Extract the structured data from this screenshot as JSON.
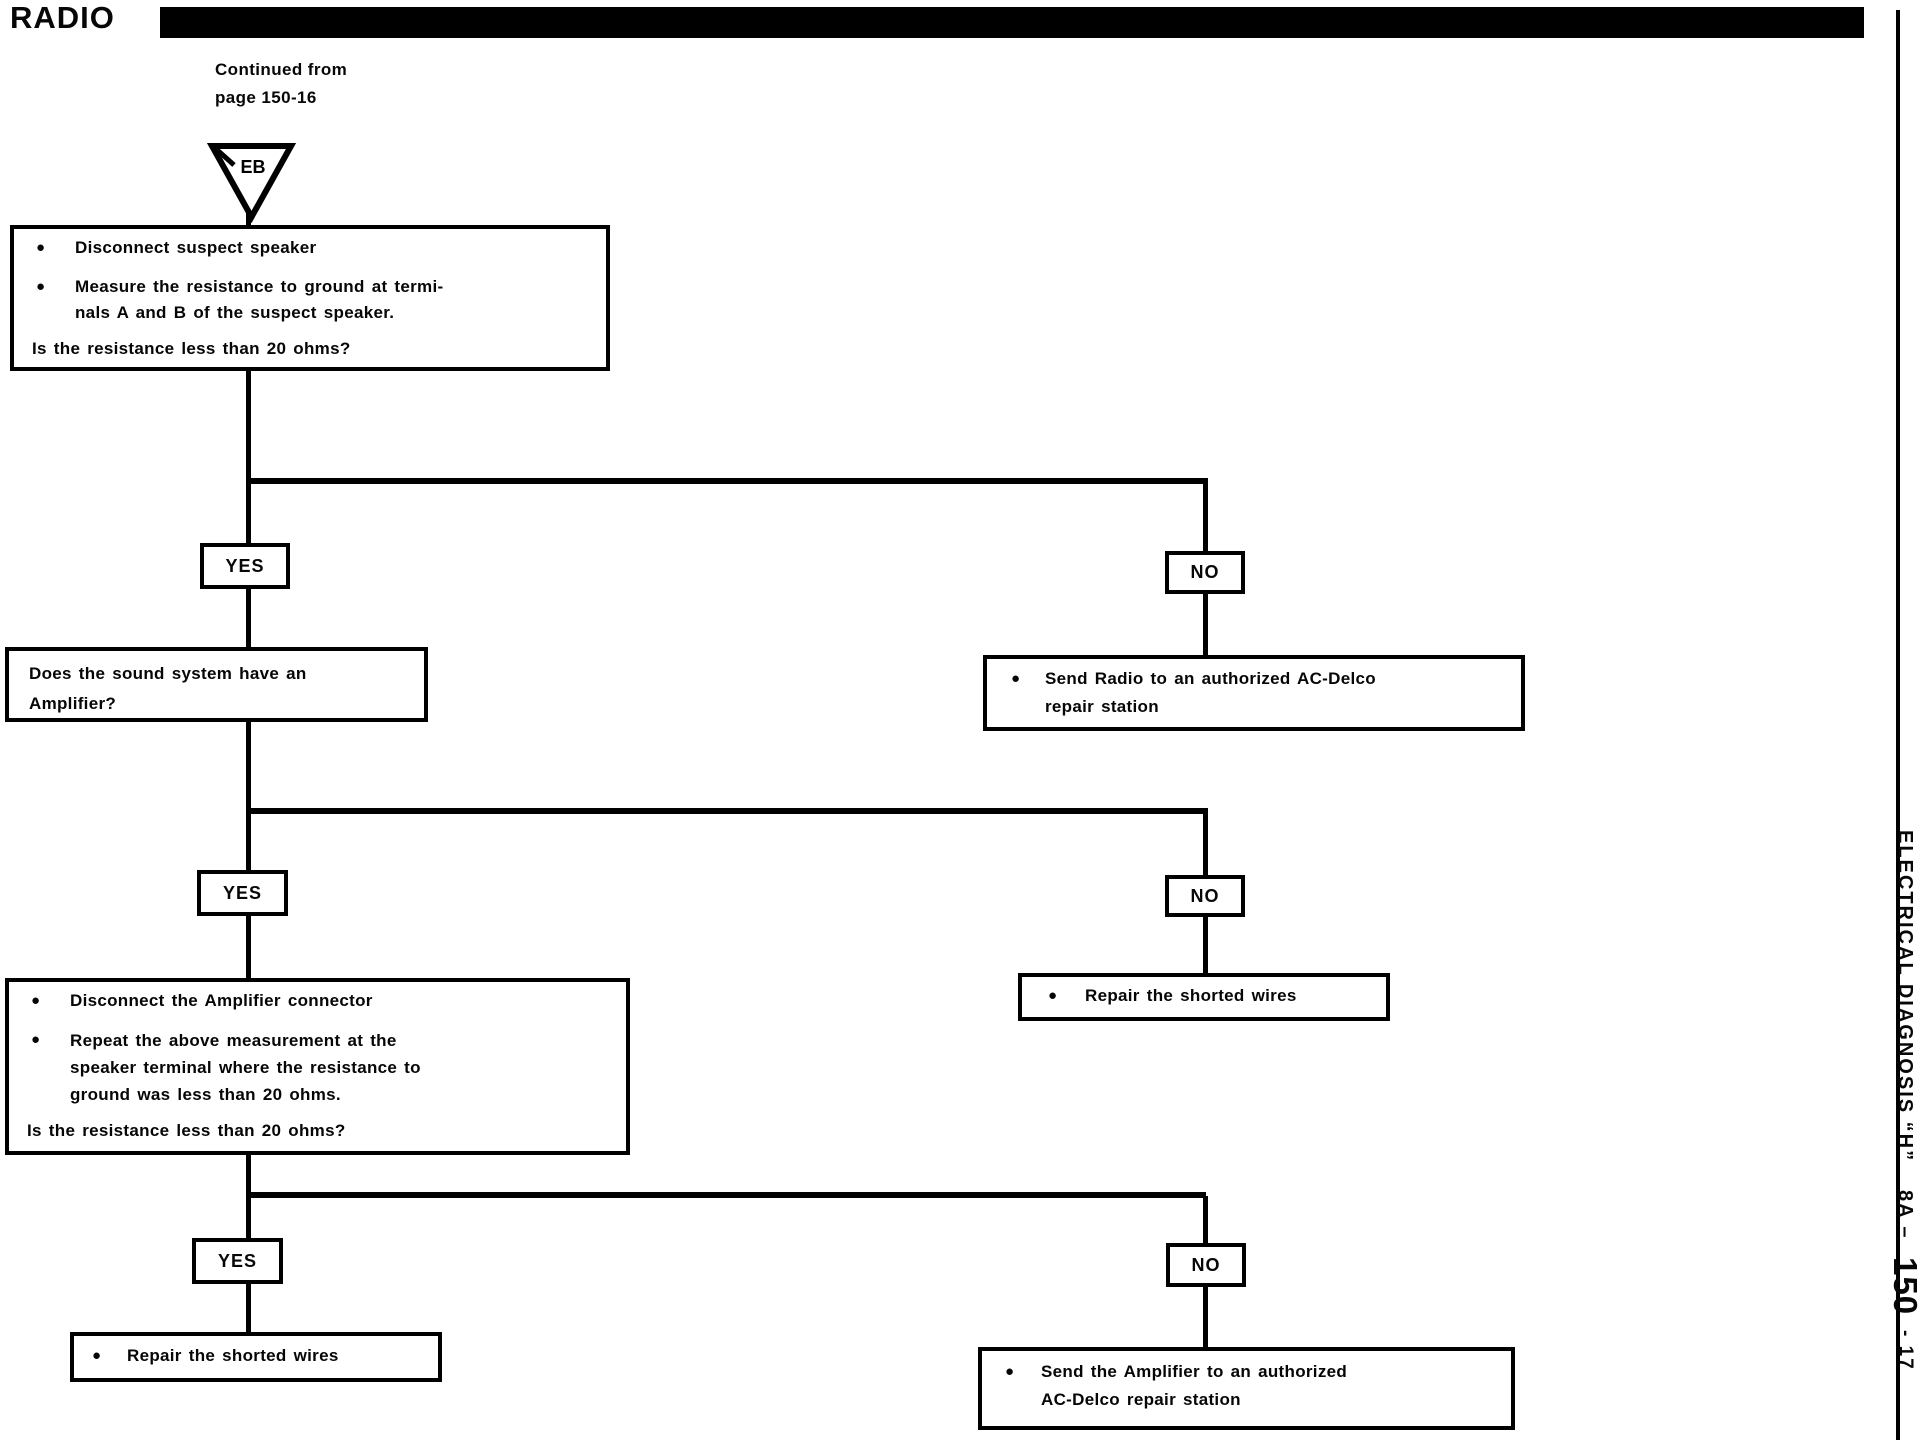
{
  "page": {
    "title": "RADIO",
    "continued_line1": "Continued from",
    "continued_line2": "page 150-16",
    "connector_label": "EB"
  },
  "labels": {
    "yes": "YES",
    "no": "NO",
    "bullet": "●"
  },
  "steps": {
    "check_speaker": {
      "bullet1": "Disconnect suspect speaker",
      "bullet2_line1": "Measure the resistance to ground at termi-",
      "bullet2_line2": "nals A and B of the suspect speaker.",
      "question": "Is the resistance less than 20 ohms?"
    },
    "amplifier_question": {
      "line1": "Does the sound system have an",
      "line2": "Amplifier?"
    },
    "send_radio": {
      "line1": "Send Radio to an authorized AC-Delco",
      "line2": "repair station"
    },
    "check_amplifier": {
      "bullet1": "Disconnect the Amplifier connector",
      "bullet2_line1": "Repeat the above measurement at the",
      "bullet2_line2": "speaker terminal where the resistance to",
      "bullet2_line3": "ground was less than 20 ohms.",
      "question": "Is the resistance less than 20 ohms?"
    },
    "repair_wires_right": {
      "line1": "Repair the shorted wires"
    },
    "repair_wires_left": {
      "line1": "Repair the shorted wires"
    },
    "send_amplifier": {
      "line1": "Send the Amplifier to an authorized",
      "line2": "AC-Delco repair station"
    }
  },
  "sidebar": {
    "section": "ELECTRICAL DIAGNOSIS “H”",
    "code": "8A –",
    "page_number": "150",
    "page_suffix": "- 17"
  }
}
